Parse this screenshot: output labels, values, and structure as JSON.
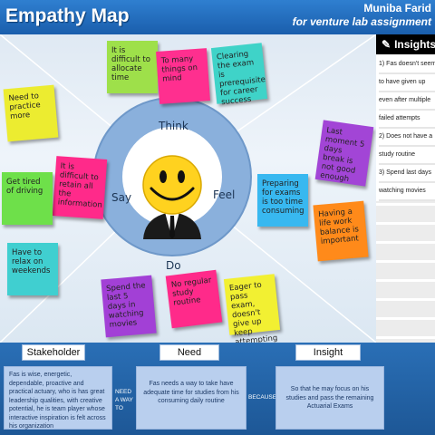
{
  "header": {
    "title": "Empathy Map",
    "author": "Muniba Farid",
    "subtitle": "for venture lab assignment"
  },
  "insights_panel": {
    "title": "Insights",
    "icon": "pen-icon",
    "lines": [
      "1) Fas doesn't seem",
      "to have given up",
      "even  after multiple",
      "failed attempts",
      "2) Does not have a",
      "study routine",
      "3) Spend last days",
      "watching movies"
    ]
  },
  "circle": {
    "think": "Think",
    "say": "Say",
    "feel": "Feel",
    "do": "Do",
    "center_icon": "smiley-face-icon"
  },
  "notes": [
    {
      "id": "think-1",
      "text": "It is difficult to allocate time",
      "color": "#9ee04a"
    },
    {
      "id": "think-2",
      "text": "To many things on mind",
      "color": "#ff2f8f"
    },
    {
      "id": "think-3",
      "text": "Clearing the exam is prerequisite for career success",
      "color": "#3fd3c8"
    },
    {
      "id": "say-1",
      "text": "Need to practice more",
      "color": "#ecec30"
    },
    {
      "id": "say-2",
      "text": "It is difficult to retain all the information",
      "color": "#ff2a8a"
    },
    {
      "id": "say-3",
      "text": "Get tired of driving",
      "color": "#6ee04a"
    },
    {
      "id": "say-4",
      "text": "Have to relax on weekends",
      "color": "#40cfd0"
    },
    {
      "id": "feel-1",
      "text": "Last moment 5 days break is not good enough",
      "color": "#a245d6"
    },
    {
      "id": "feel-2",
      "text": "Preparing for exams is too time consuming",
      "color": "#38b8f0"
    },
    {
      "id": "feel-3",
      "text": "Having a life work balance is important",
      "color": "#ff8a1a"
    },
    {
      "id": "do-1",
      "text": "Spend the last 5 days in watching movies",
      "color": "#a240d6"
    },
    {
      "id": "do-2",
      "text": "No regular study routine",
      "color": "#ff2a8a"
    },
    {
      "id": "do-3",
      "text": "Eager to pass exam, doesn't give up keep attempting",
      "color": "#f2f032"
    }
  ],
  "bottom": {
    "stakeholder_tab": "Stakeholder",
    "need_tab": "Need",
    "insight_tab": "Insight",
    "stakeholder_text": "Fas is wise, energetic, dependable, proactive and practical actuary, who is has great leadership qualities,  with creative potential, he is team player whose interactive inspiration is felt across his organization",
    "need_a_way_to": "NEED A WAY TO",
    "need_text": "Fas needs  a way to take have  adequate time for studies from his consuming daily routine",
    "because": "BECAUSE",
    "insight_text": "So that he may focus on his studies and pass the remaining Actuarial Exams"
  },
  "colors": {
    "header_blue": "#2f7fd0",
    "ring_blue": "#8ab0dc",
    "bottom_blue": "#2a6fb6",
    "box_fill": "#b9cfee"
  }
}
